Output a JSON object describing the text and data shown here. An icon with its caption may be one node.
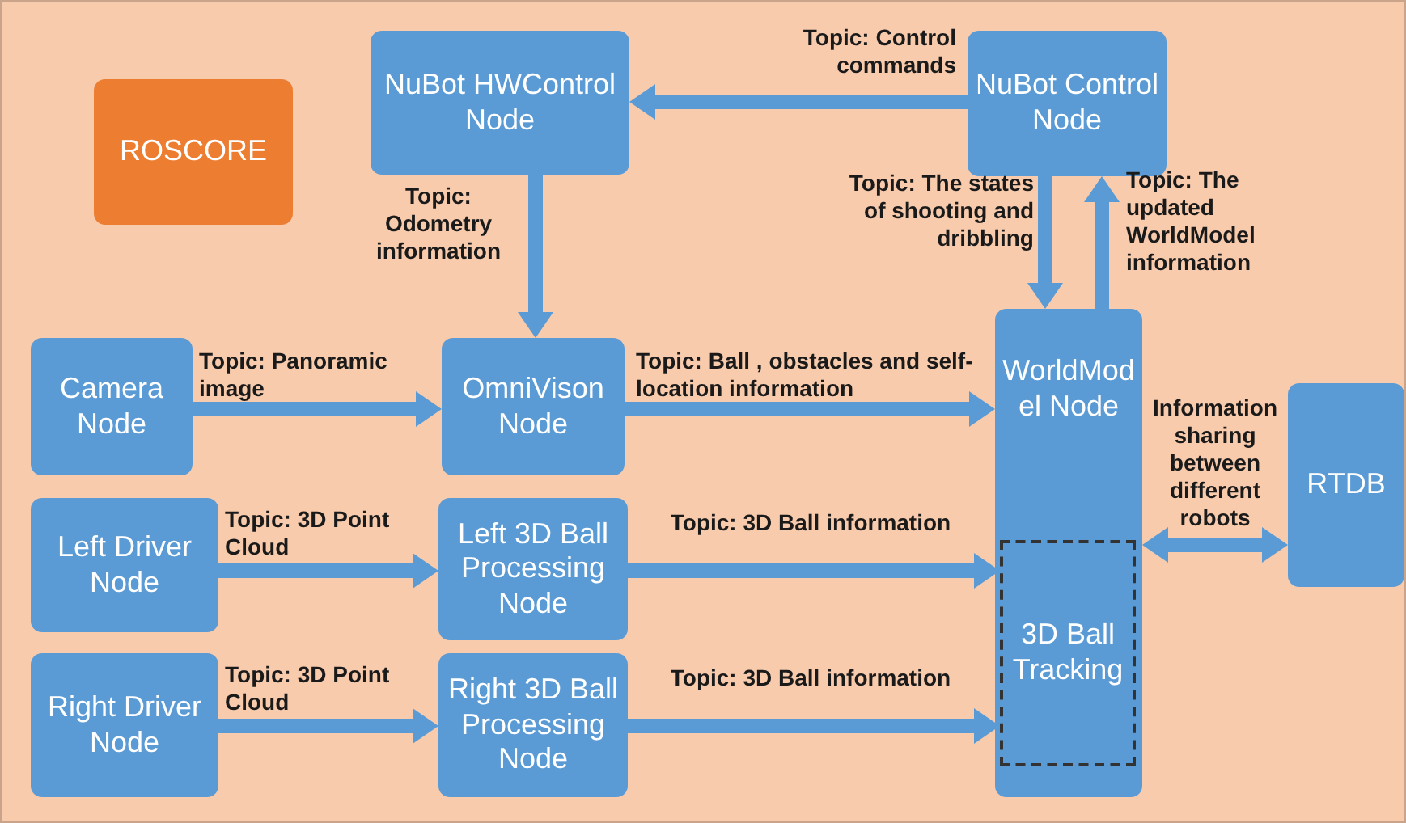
{
  "diagram": {
    "nodes": [
      {
        "text": [
          "ROSCORE"
        ]
      },
      {
        "text": [
          "NuBot HWControl Node"
        ]
      },
      {
        "text": [
          "NuBot Control Node"
        ]
      },
      {
        "text": [
          "Camera Node"
        ]
      },
      {
        "text": [
          "OmniVison Node"
        ]
      },
      {
        "text": [
          "WorldModel Node"
        ]
      },
      {
        "text": [
          "3D Ball Tracking"
        ],
        "in": 5
      },
      {
        "text": [
          "RTDB"
        ]
      },
      {
        "text": [
          "Left Driver Node"
        ]
      },
      {
        "text": [
          "Left 3D Ball Processing Node"
        ]
      },
      {
        "text": [
          "Right Driver Node"
        ]
      },
      {
        "text": [
          "Right 3D Ball Processing Node"
        ]
      }
    ],
    "edges": [
      {
        "from": 2,
        "to": 1,
        "arrow": "to",
        "label": "Topic: Control commands"
      },
      {
        "from": 1,
        "to": 4,
        "arrow": "to",
        "label": "Topic: Odometry information"
      },
      {
        "from": 3,
        "to": 4,
        "arrow": "to",
        "label": "Topic: Panoramic image"
      },
      {
        "from": 4,
        "to": 5,
        "arrow": "to",
        "label": "Topic: Ball , obstacles and self-location information"
      },
      {
        "from": 2,
        "to": 5,
        "arrow": "to",
        "label": "Topic: The states of shooting and dribbling"
      },
      {
        "from": 5,
        "to": 2,
        "arrow": "to",
        "label": "Topic: The updated WorldModel information"
      },
      {
        "from": 5,
        "to": 7,
        "arrow": "both",
        "label": "Information sharing between different robots"
      },
      {
        "from": 8,
        "to": 9,
        "arrow": "to",
        "label": "Topic: 3D Point Cloud"
      },
      {
        "from": 9,
        "to": 6,
        "arrow": "to",
        "label": "Topic: 3D Ball information"
      },
      {
        "from": 10,
        "to": 11,
        "arrow": "to",
        "label": "Topic: 3D Point Cloud"
      },
      {
        "from": 11,
        "to": 6,
        "arrow": "to",
        "label": "Topic: 3D Ball information"
      }
    ]
  }
}
